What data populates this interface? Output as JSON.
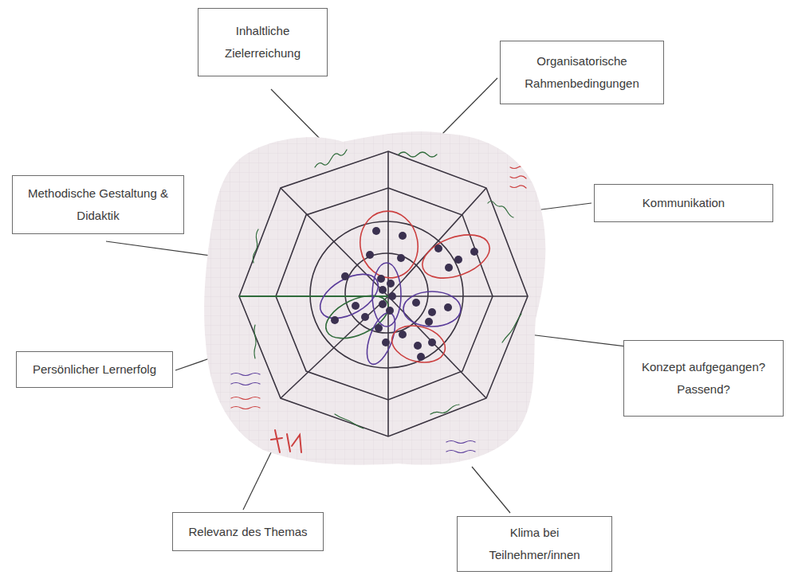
{
  "diagram": {
    "nodes": [
      {
        "text": [
          "Inhaltliche Zielerreichung"
        ]
      },
      {
        "text": [
          "Organisatorische Rahmenbedingungen"
        ]
      },
      {
        "text": [
          "Methodische Gestaltung & Didaktik"
        ]
      },
      {
        "text": [
          "Kommunikation"
        ]
      },
      {
        "text": [
          "Persönlicher Lernerfolg"
        ]
      },
      {
        "text": [
          "Konzept aufgegangen? Passend?"
        ]
      },
      {
        "text": [
          "Relevanz des Themas"
        ]
      },
      {
        "text": [
          "Klima bei Teilnehmer/innen"
        ]
      }
    ]
  }
}
